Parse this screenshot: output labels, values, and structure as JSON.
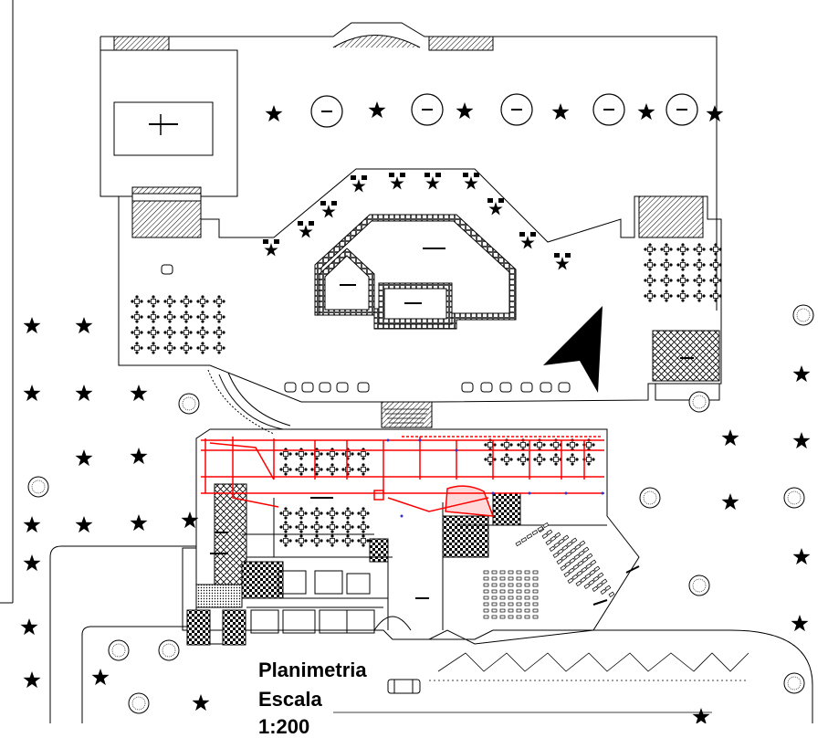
{
  "title_block": {
    "line1": "Planimetria",
    "line2": "Escala",
    "line3": "1:200"
  },
  "colors": {
    "linework": "#000000",
    "overlay": "#ff0000",
    "background": "#ffffff"
  },
  "icons": [
    "north-arrow-icon",
    "tree-symbol-icon",
    "shrub-symbol-icon",
    "car-symbol-icon",
    "table-set-icon"
  ]
}
